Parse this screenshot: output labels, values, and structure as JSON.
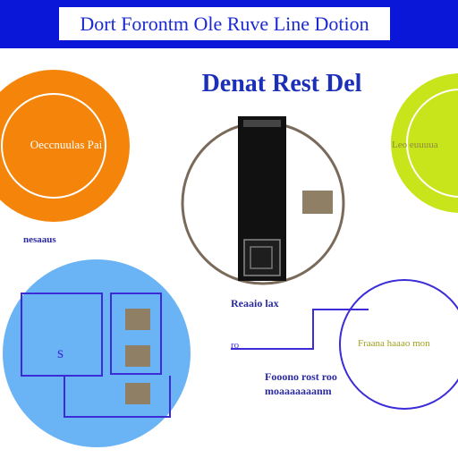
{
  "header": {
    "title": "Dort Forontm Ole Ruve Line Dotion"
  },
  "center": {
    "title": "Denat Rest Del"
  },
  "labels": {
    "orange_inner": "Oeccnuulas Pai",
    "orange_caption": "nesaaus",
    "green_inner": "Leo euuuua",
    "device_caption": "Reaaio lax",
    "blue_right_inner": "Fraana haaao mon",
    "blue_right_caption1": "Fooono rost roo",
    "blue_right_caption2": "moaaaaaaanm",
    "blue_left_marker": "s",
    "connector_label": "ro"
  },
  "colors": {
    "header_bg": "#0a16d8",
    "orange": "#f5850a",
    "green": "#c8e41a",
    "light_blue": "#6ab4f5",
    "device": "#111111",
    "block": "#8f7f64",
    "line_blue": "#3c2cd8",
    "circle_outline": "#7a6a5a"
  }
}
